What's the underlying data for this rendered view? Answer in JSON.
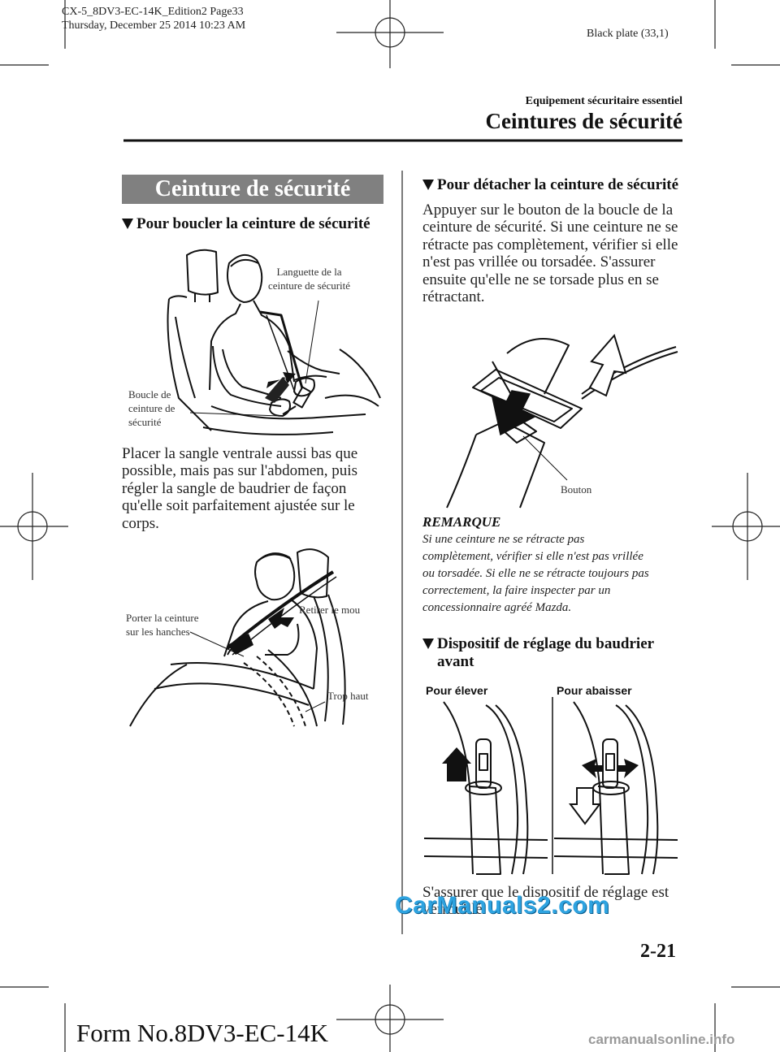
{
  "print_header": {
    "line1": "CX-5_8DV3-EC-14K_Edition2 Page33",
    "line2": "Thursday, December 25 2014 10:23 AM",
    "plate": "Black plate (33,1)"
  },
  "section": {
    "category": "Equipement sécuritaire essentiel",
    "title": "Ceintures de sécurité"
  },
  "left": {
    "banner": "Ceinture de sécurité",
    "heading1": "Pour boucler la ceinture de sécurité",
    "fig1_labels": {
      "tongue": "Languette de la\nceinture de sécurité",
      "buckle": "Boucle de\nceinture de\nsécurité"
    },
    "paragraph1": "Placer la sangle ventrale aussi bas que\npossible, mais pas sur l'abdomen, puis\nrégler la sangle de baudrier de façon\nqu'elle soit parfaitement ajustée sur le\ncorps.",
    "fig2_labels": {
      "hips": "Porter la ceinture\nsur les hanches",
      "slack": "Retirer le mou",
      "too_high": "Trop haut"
    }
  },
  "right": {
    "heading1": "Pour détacher la ceinture de sécurité",
    "paragraph1": "Appuyer sur le bouton de la boucle de la\nceinture de sécurité. Si une ceinture ne se\nrétracte pas complètement, vérifier si elle\nn'est pas vrillée ou torsadée. S'assurer\nensuite qu'elle ne se torsade plus en se\nrétractant.",
    "fig3_label": "Bouton",
    "note_title": "REMARQUE",
    "note_body": "Si une ceinture ne se rétracte pas\ncomplètement, vérifier si elle n'est pas vrillée\nou torsadée. Si elle ne se rétracte toujours pas\ncorrectement, la faire inspecter par un\nconcessionnaire agréé Mazda.",
    "heading2": "Dispositif de réglage du baudrier\navant",
    "fig4_labels": {
      "raise": "Pour élever",
      "lower": "Pour abaisser"
    },
    "paragraph2": "S'assurer que le dispositif de réglage est\nverrouillé."
  },
  "watermark": "CarManuals2.com",
  "page_number": "2-21",
  "footer_form": "Form No.8DV3-EC-14K",
  "footer_site": "carmanualsonline.info"
}
